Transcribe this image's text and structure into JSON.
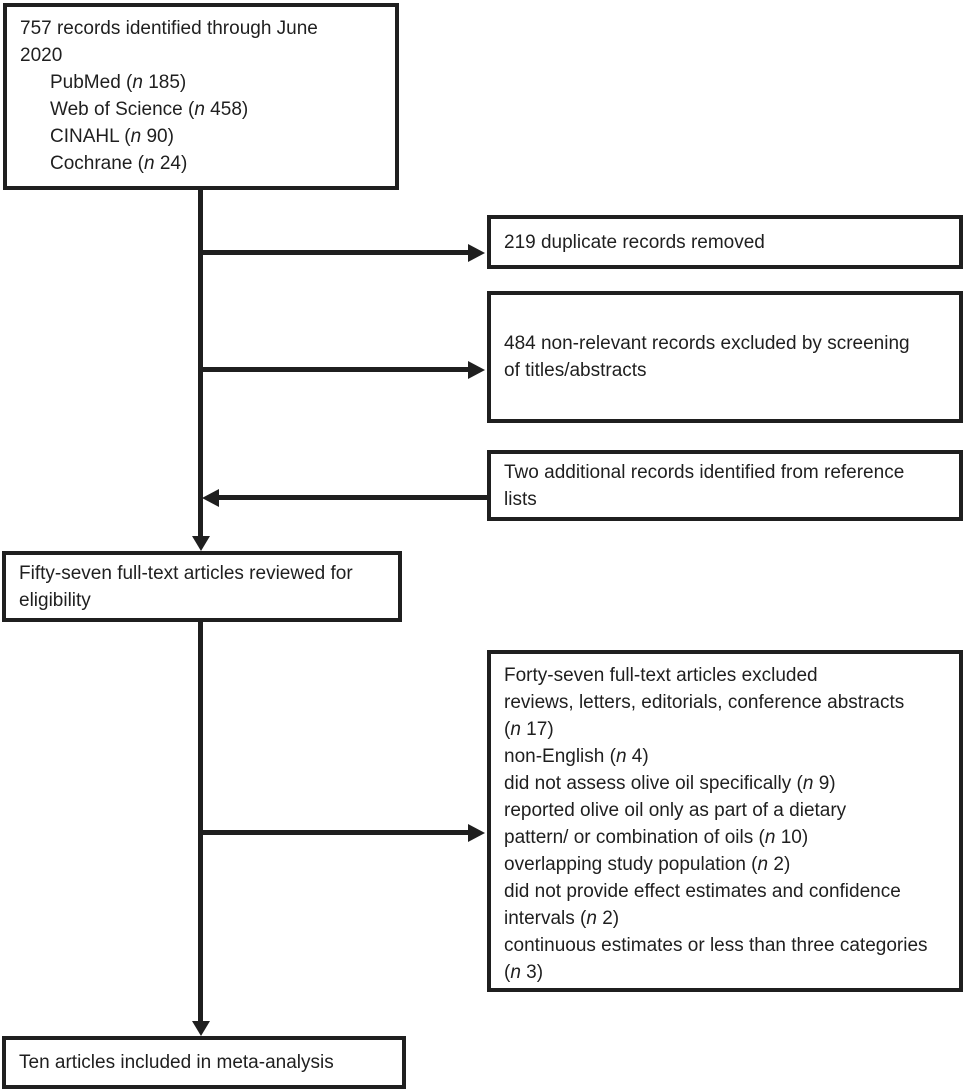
{
  "figure": {
    "type": "prisma-flow-diagram",
    "background": "#ffffff",
    "ink": "#1f1f1f"
  },
  "boxes": {
    "identified": {
      "lines": [
        {
          "runs": [
            {
              "t": "757 records identified through June"
            }
          ]
        },
        {
          "runs": [
            {
              "t": "2020"
            }
          ]
        },
        {
          "indent": true,
          "runs": [
            {
              "t": "PubMed ("
            },
            {
              "t": "n",
              "i": true
            },
            {
              "t": " 185)"
            }
          ]
        },
        {
          "indent": true,
          "runs": [
            {
              "t": "Web of Science ("
            },
            {
              "t": "n",
              "i": true
            },
            {
              "t": " 458)"
            }
          ]
        },
        {
          "indent": true,
          "runs": [
            {
              "t": "CINAHL ("
            },
            {
              "t": "n",
              "i": true
            },
            {
              "t": " 90)"
            }
          ]
        },
        {
          "indent": true,
          "runs": [
            {
              "t": "Cochrane ("
            },
            {
              "t": "n",
              "i": true
            },
            {
              "t": " 24)"
            }
          ]
        }
      ]
    },
    "duplicates": {
      "lines": [
        {
          "runs": [
            {
              "t": "219 duplicate records removed"
            }
          ]
        }
      ]
    },
    "nonrelevant": {
      "lines": [
        {
          "runs": [
            {
              "t": "484 non-relevant records excluded by screening"
            }
          ]
        },
        {
          "runs": [
            {
              "t": "of titles/abstracts"
            }
          ]
        }
      ]
    },
    "reference": {
      "lines": [
        {
          "runs": [
            {
              "t": "Two additional records identified from reference"
            }
          ]
        },
        {
          "runs": [
            {
              "t": "lists"
            }
          ]
        }
      ]
    },
    "reviewed": {
      "lines": [
        {
          "runs": [
            {
              "t": "Fifty-seven full-text articles reviewed for"
            }
          ]
        },
        {
          "runs": [
            {
              "t": "eligibility"
            }
          ]
        }
      ]
    },
    "excluded": {
      "lines": [
        {
          "runs": [
            {
              "t": "Forty-seven full-text articles excluded"
            }
          ]
        },
        {
          "runs": [
            {
              "t": "reviews, letters, editorials, conference abstracts"
            }
          ]
        },
        {
          "runs": [
            {
              "t": "("
            },
            {
              "t": "n",
              "i": true
            },
            {
              "t": " 17)"
            }
          ]
        },
        {
          "runs": [
            {
              "t": "non-English ("
            },
            {
              "t": "n",
              "i": true
            },
            {
              "t": " 4)"
            }
          ]
        },
        {
          "runs": [
            {
              "t": "did not assess olive oil specifically ("
            },
            {
              "t": "n",
              "i": true
            },
            {
              "t": " 9)"
            }
          ]
        },
        {
          "runs": [
            {
              "t": "reported olive oil only as part of a dietary"
            }
          ]
        },
        {
          "runs": [
            {
              "t": "pattern/ or combination of oils ("
            },
            {
              "t": "n",
              "i": true
            },
            {
              "t": " 10)"
            }
          ]
        },
        {
          "runs": [
            {
              "t": "overlapping study population ("
            },
            {
              "t": "n",
              "i": true
            },
            {
              "t": " 2)"
            }
          ]
        },
        {
          "runs": [
            {
              "t": "did not provide effect estimates and confidence"
            }
          ]
        },
        {
          "runs": [
            {
              "t": "intervals ("
            },
            {
              "t": "n",
              "i": true
            },
            {
              "t": " 2)"
            }
          ]
        },
        {
          "runs": [
            {
              "t": "continuous estimates or less than three categories"
            }
          ]
        },
        {
          "runs": [
            {
              "t": "("
            },
            {
              "t": "n",
              "i": true
            },
            {
              "t": " 3)"
            }
          ]
        }
      ]
    },
    "included": {
      "lines": [
        {
          "runs": [
            {
              "t": "Ten articles included in meta-analysis"
            }
          ]
        }
      ]
    }
  }
}
